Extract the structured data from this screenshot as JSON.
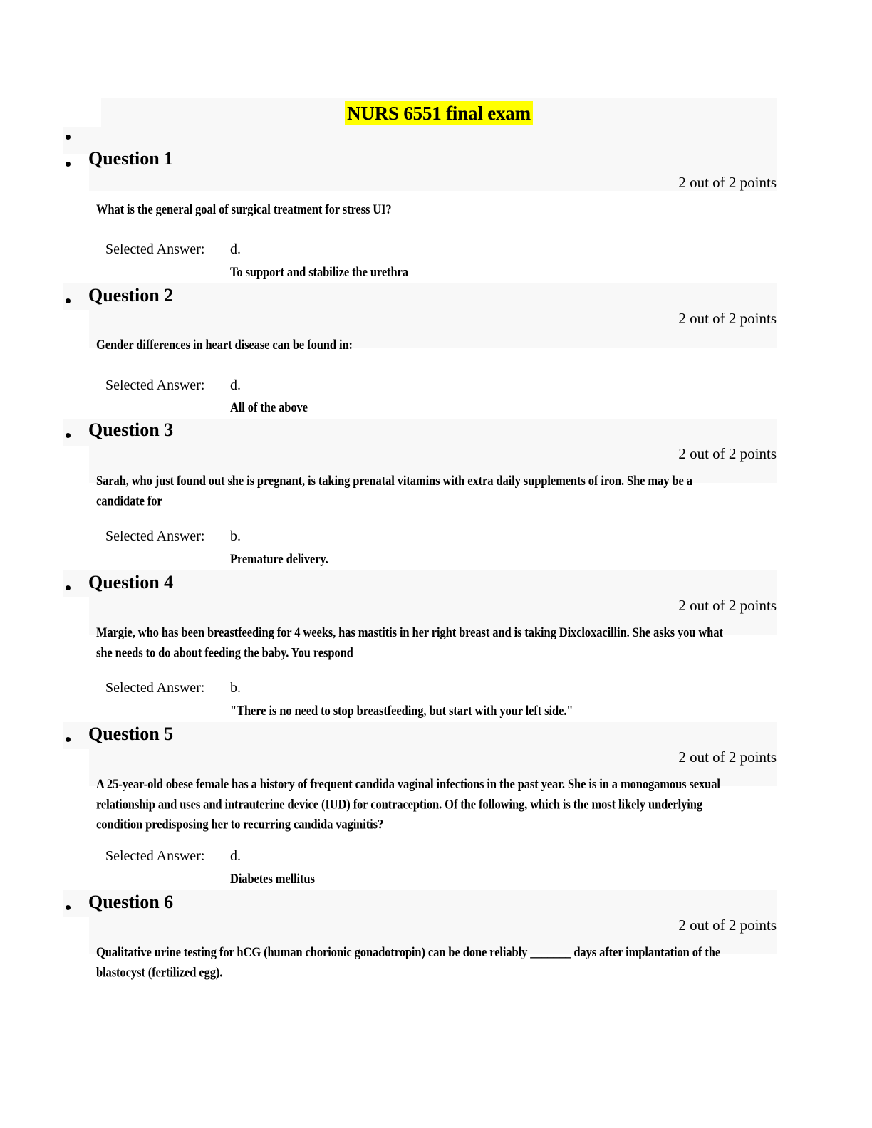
{
  "document": {
    "title": "NURS 6551 final exam",
    "highlight_color": "#ffff00",
    "band_color": "#f8f8f8"
  },
  "labels": {
    "selected_answer": "Selected Answer:"
  },
  "questions": [
    {
      "heading": "Question 1",
      "points": "2 out of 2 points",
      "body": "What is the general goal of surgical treatment for stress UI?",
      "answer_letter": "d.",
      "answer_text": "To support and stabilize the urethra"
    },
    {
      "heading": "Question 2",
      "points": "2 out of 2 points",
      "body": "Gender differences in heart disease can be found in:",
      "answer_letter": "d.",
      "answer_text": "All of the above"
    },
    {
      "heading": "Question 3",
      "points": "2 out of 2 points",
      "body": "Sarah, who just found out she is pregnant, is taking prenatal vitamins with extra daily supplements of iron. She may be a candidate for",
      "answer_letter": "b.",
      "answer_text": "Premature delivery."
    },
    {
      "heading": "Question 4",
      "points": "2 out of 2 points",
      "body": "Margie, who has been breastfeeding for 4 weeks, has mastitis in her right breast and is taking Dixcloxacillin. She asks you what she needs to do about feeding the baby. You respond",
      "answer_letter": "b.",
      "answer_text": "\"There is no need to stop breastfeeding, but start with your left side.\""
    },
    {
      "heading": "Question 5",
      "points": "2 out of 2 points",
      "body": "A 25-year-old obese female has a history of frequent candida vaginal infections in the past year. She is in a monogamous sexual relationship and uses and intrauterine device (IUD) for contraception. Of the following, which is the most likely underlying condition predisposing her to recurring candida vaginitis?",
      "answer_letter": "d.",
      "answer_text": "Diabetes mellitus"
    },
    {
      "heading": "Question 6",
      "points": "2 out of 2 points",
      "body": "Qualitative urine testing for hCG (human chorionic gonadotropin) can be done reliably _______ days after implantation of the blastocyst (fertilized egg).",
      "answer_letter": "",
      "answer_text": ""
    }
  ]
}
